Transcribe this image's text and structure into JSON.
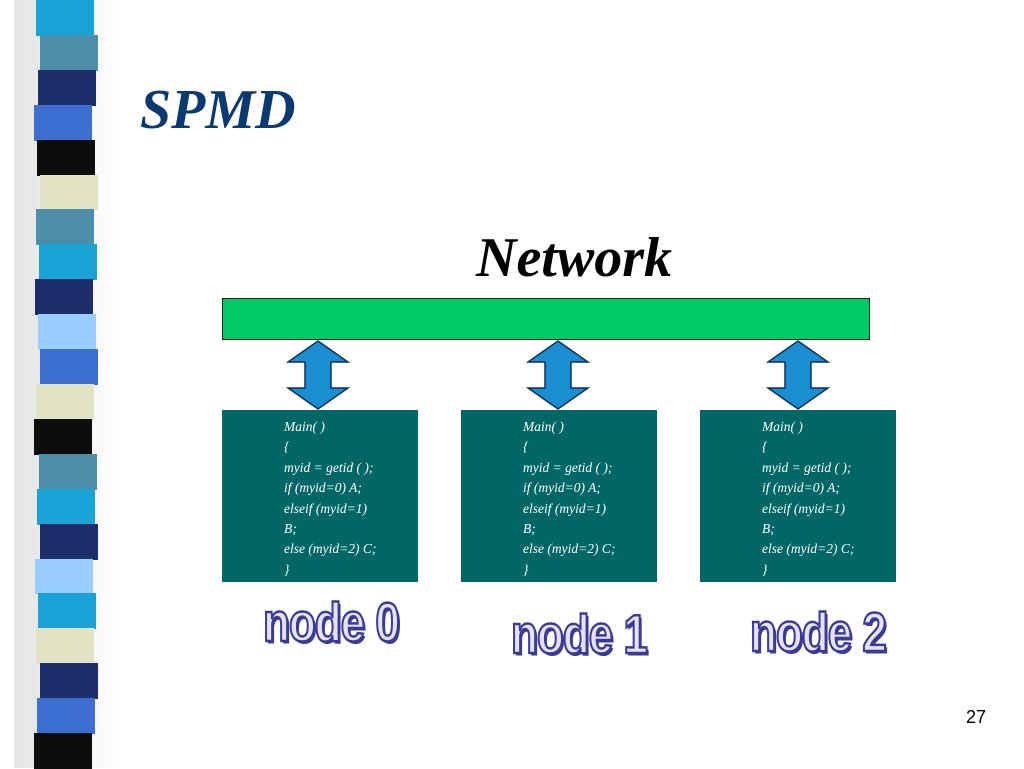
{
  "slide": {
    "title": "SPMD",
    "network_label": "Network",
    "page_number": "27",
    "colors": {
      "title": "#0b3a72",
      "network_bar": "#00cc66",
      "node_box": "#006666",
      "arrow": "#1a8fd0",
      "node_label_fill": "#e6e1f4",
      "node_label_outline": "#3d3a93"
    }
  },
  "nodes": [
    {
      "label": "node 0",
      "code": [
        "Main( )",
        "{",
        "myid = getid ( );",
        "if (myid=0) A;",
        "elseif (myid=1)",
        "B;",
        "else (myid=2) C;",
        "}"
      ]
    },
    {
      "label": "node 1",
      "code": [
        "Main( )",
        "{",
        "myid = getid ( );",
        "if (myid=0) A;",
        "elseif (myid=1)",
        "B;",
        "else (myid=2) C;",
        "}"
      ]
    },
    {
      "label": "node 2",
      "code": [
        "Main( )",
        "{",
        "myid = getid ( );",
        "if (myid=0) A;",
        "elseif (myid=1)",
        "B;",
        "else (myid=2) C;",
        "}"
      ]
    }
  ],
  "decoration": {
    "stripe_colors": [
      "#1aa3d6",
      "#4d8fa8",
      "#1c2f6b",
      "#3d6fd0",
      "#0d0d0d",
      "#e2e2c4",
      "#4d8fa8",
      "#1aa3d6",
      "#1c2f6b",
      "#99ccff",
      "#3d6fd0",
      "#e2e2c4",
      "#0d0d0d",
      "#4d8fa8",
      "#1aa3d6",
      "#1c2f6b",
      "#99ccff",
      "#1aa3d6",
      "#e2e2c4",
      "#1c2f6b",
      "#3d6fd0",
      "#0d0d0d"
    ]
  }
}
